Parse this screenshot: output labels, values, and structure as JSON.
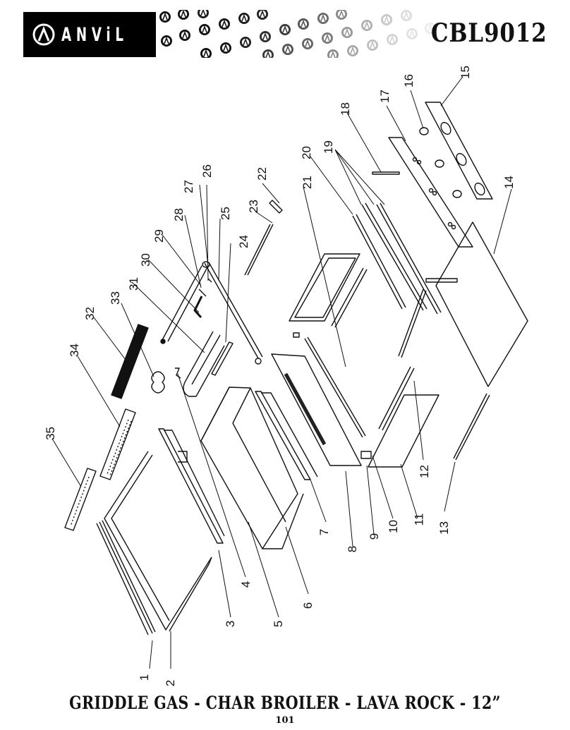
{
  "header": {
    "brand": "ANViL",
    "model": "CBL9012"
  },
  "footer": {
    "title": "GRIDDLE GAS - CHAR BROILER - LAVA ROCK - 12”",
    "page_number": "101"
  },
  "diagram": {
    "description": "Exploded parts view",
    "callouts": [
      {
        "id": "1",
        "label": "1"
      },
      {
        "id": "2",
        "label": "2"
      },
      {
        "id": "3",
        "label": "3"
      },
      {
        "id": "4",
        "label": "4"
      },
      {
        "id": "5",
        "label": "5"
      },
      {
        "id": "6",
        "label": "6"
      },
      {
        "id": "7",
        "label": "7"
      },
      {
        "id": "8",
        "label": "8"
      },
      {
        "id": "9",
        "label": "9"
      },
      {
        "id": "10",
        "label": "10"
      },
      {
        "id": "11",
        "label": "11"
      },
      {
        "id": "12",
        "label": "12"
      },
      {
        "id": "13",
        "label": "13"
      },
      {
        "id": "14",
        "label": "14"
      },
      {
        "id": "15",
        "label": "15"
      },
      {
        "id": "16",
        "label": "16"
      },
      {
        "id": "17",
        "label": "17"
      },
      {
        "id": "18",
        "label": "18"
      },
      {
        "id": "19",
        "label": "19"
      },
      {
        "id": "20",
        "label": "20"
      },
      {
        "id": "21",
        "label": "21"
      },
      {
        "id": "22",
        "label": "22"
      },
      {
        "id": "23",
        "label": "23"
      },
      {
        "id": "24",
        "label": "24"
      },
      {
        "id": "25",
        "label": "25"
      },
      {
        "id": "26",
        "label": "26"
      },
      {
        "id": "27",
        "label": "27"
      },
      {
        "id": "28",
        "label": "28"
      },
      {
        "id": "29",
        "label": "29"
      },
      {
        "id": "30",
        "label": "30"
      },
      {
        "id": "31",
        "label": "31"
      },
      {
        "id": "32",
        "label": "32"
      },
      {
        "id": "33",
        "label": "33"
      },
      {
        "id": "34",
        "label": "34"
      },
      {
        "id": "35",
        "label": "35"
      }
    ]
  }
}
